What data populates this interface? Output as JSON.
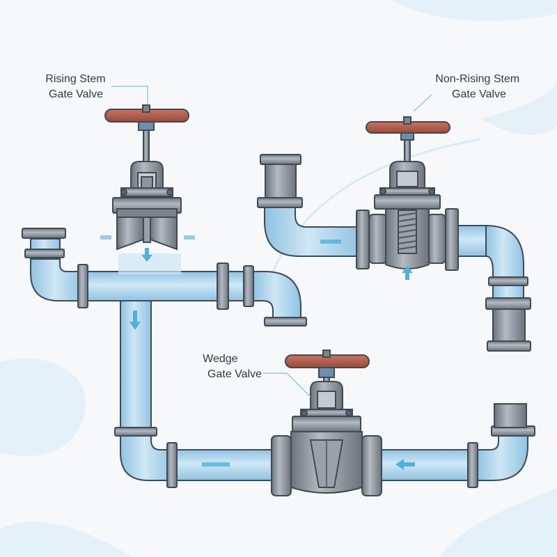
{
  "labels": {
    "rising_stem": [
      "Rising Stem",
      "Gate Valve"
    ],
    "non_rising_stem": [
      "Non-Rising Stem",
      "Gate Valve"
    ],
    "wedge": [
      "Wedge",
      "Gate Valve"
    ]
  },
  "colors": {
    "background": "#f7f8fa",
    "background_wave": "#e4f1f8",
    "pipe_fill": "#a9d4ec",
    "pipe_highlight": "#cfe7f5",
    "pipe_outline": "#3e4a56",
    "valve_body": "#8e949c",
    "valve_dark": "#5e656e",
    "handwheel": "#b35a48",
    "flow_arrow": "#4fb1dd",
    "leader_line": "#8ccbe6"
  },
  "icons": [
    "flow-arrow-icon",
    "handwheel-icon"
  ]
}
